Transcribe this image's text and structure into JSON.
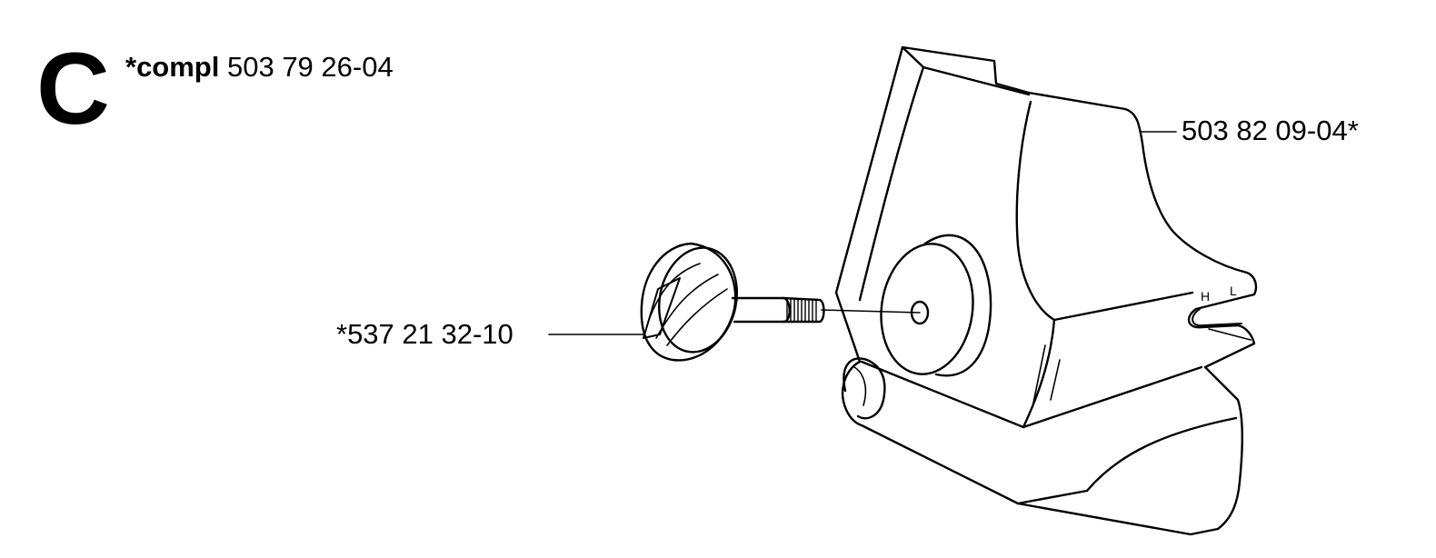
{
  "section": {
    "letter": "C"
  },
  "assembly": {
    "prefix": "*compl",
    "number": "503 79 26-04"
  },
  "parts": {
    "cover": "503 82 09-04*",
    "knob": "*537 21 32-10"
  },
  "markings": {
    "h": "H",
    "l": "L"
  },
  "colors": {
    "ink": "#000000",
    "paper": "#ffffff"
  }
}
